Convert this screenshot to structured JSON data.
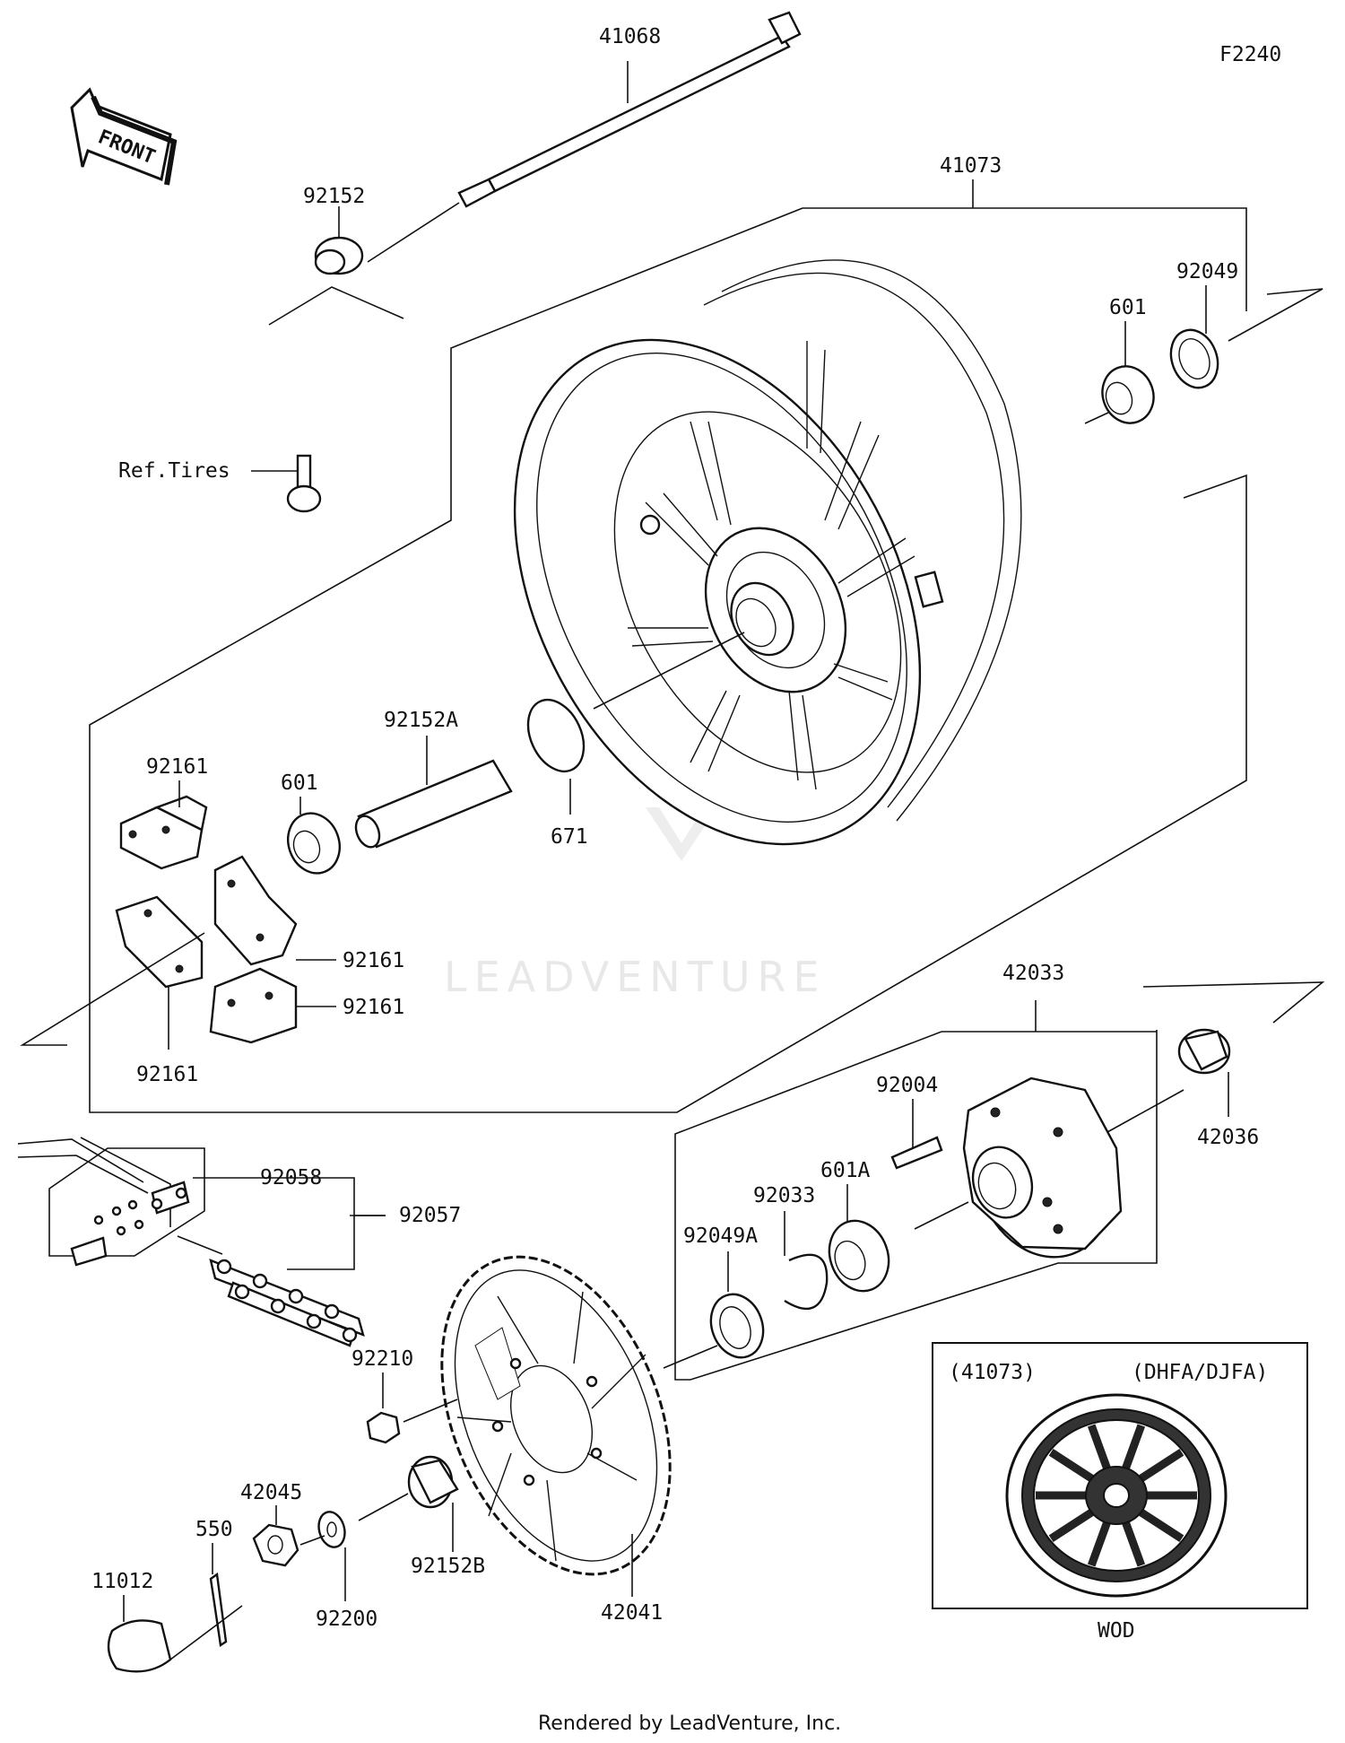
{
  "header": {
    "code": "F2240"
  },
  "front_arrow": {
    "label": "FRONT"
  },
  "callouts": [
    {
      "text": "41068"
    },
    {
      "text": "92152"
    },
    {
      "text": "Ref.Tires"
    },
    {
      "text": "41073"
    },
    {
      "text": "601"
    },
    {
      "text": "92049"
    },
    {
      "text": "671"
    },
    {
      "text": "92152A"
    },
    {
      "text": "601"
    },
    {
      "text": "92161"
    },
    {
      "text": "92161"
    },
    {
      "text": "92161"
    },
    {
      "text": "92161"
    },
    {
      "text": "42033"
    },
    {
      "text": "42036"
    },
    {
      "text": "92004"
    },
    {
      "text": "601A"
    },
    {
      "text": "92033"
    },
    {
      "text": "92049A"
    },
    {
      "text": "92058"
    },
    {
      "text": "92057"
    },
    {
      "text": "42041"
    },
    {
      "text": "92210"
    },
    {
      "text": "92152B"
    },
    {
      "text": "92200"
    },
    {
      "text": "42045"
    },
    {
      "text": "550"
    },
    {
      "text": "11012"
    }
  ],
  "inset": {
    "part_ref": "(41073)",
    "models": "(DHFA/DJFA)",
    "caption": "WOD"
  },
  "watermark": {
    "text": "LEADVENTURE"
  },
  "footer": {
    "credit": "Rendered by LeadVenture, Inc."
  }
}
